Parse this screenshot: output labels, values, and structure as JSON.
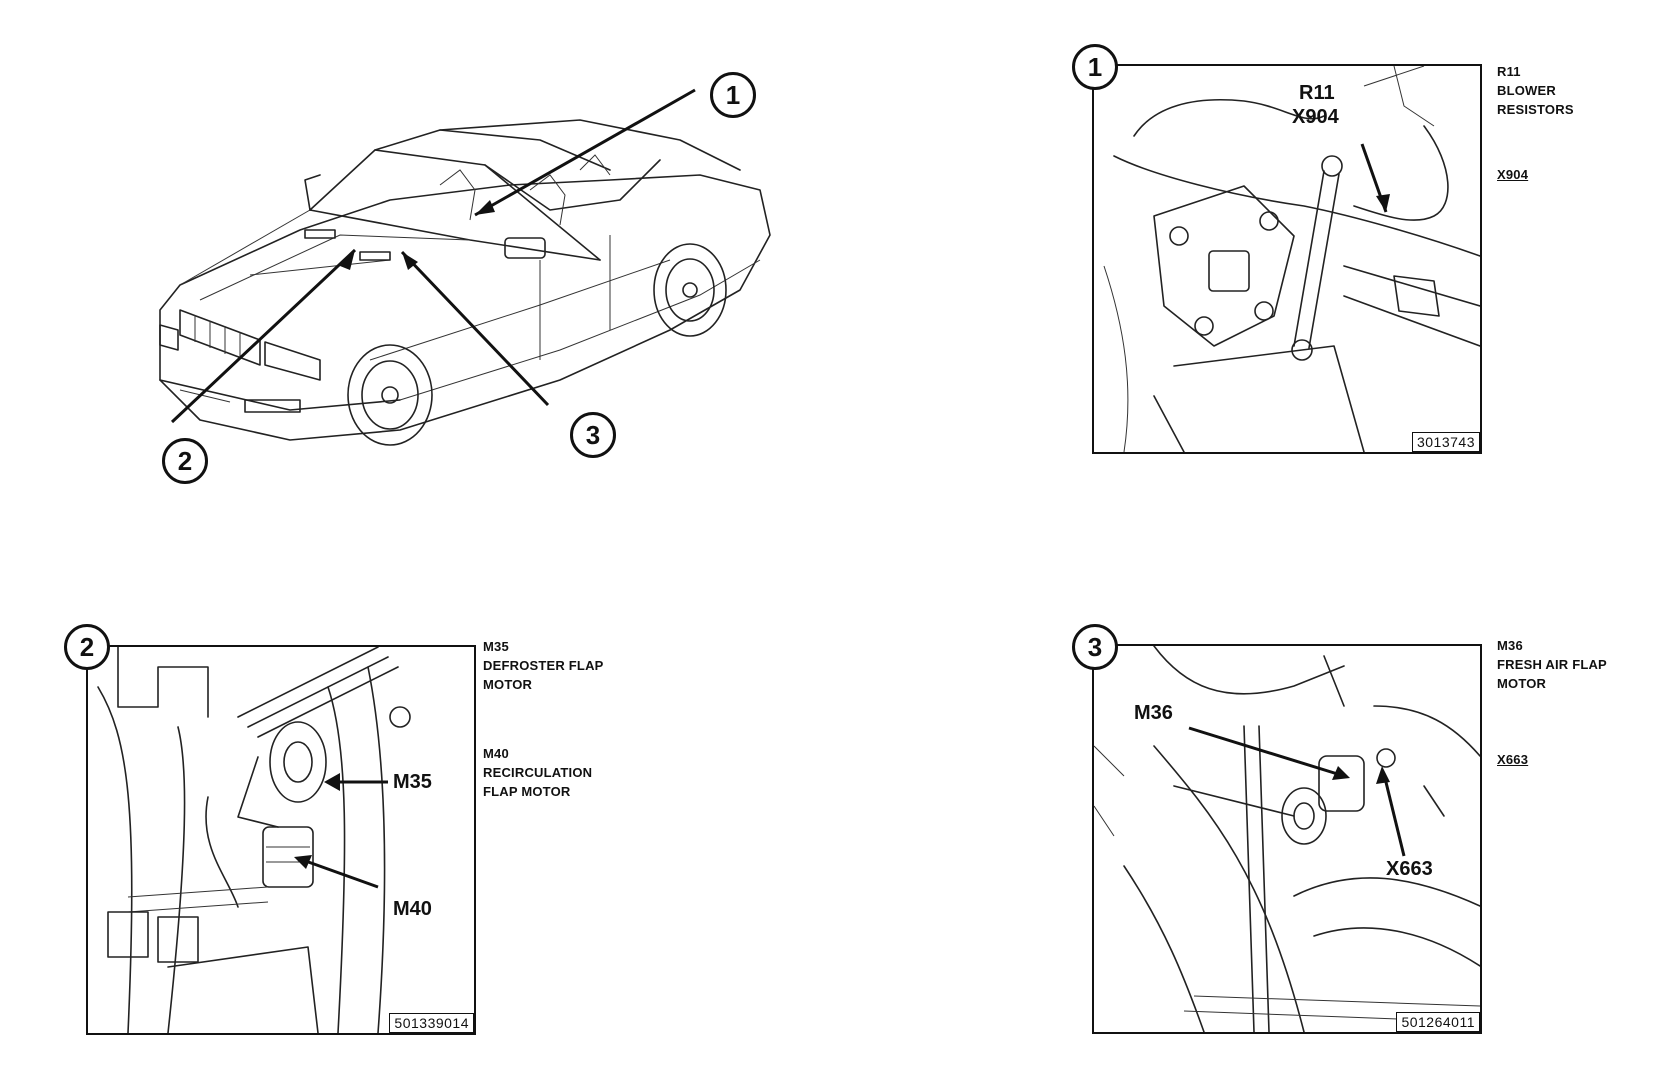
{
  "overview": {
    "callouts": [
      "1",
      "2",
      "3"
    ]
  },
  "panels": [
    {
      "number": "1",
      "ref_code": "3013743",
      "labels": [
        "R11",
        "X904"
      ],
      "legend": [
        {
          "code": "R11",
          "desc_lines": [
            "BLOWER",
            "RESISTORS"
          ]
        },
        {
          "code": "X904",
          "desc_lines": []
        }
      ]
    },
    {
      "number": "2",
      "ref_code": "501339014",
      "labels": [
        "M35",
        "M40"
      ],
      "legend": [
        {
          "code": "M35",
          "desc_lines": [
            "DEFROSTER FLAP",
            "MOTOR"
          ]
        },
        {
          "code": "M40",
          "desc_lines": [
            "RECIRCULATION",
            "FLAP MOTOR"
          ]
        }
      ]
    },
    {
      "number": "3",
      "ref_code": "501264011",
      "labels": [
        "M36",
        "X663"
      ],
      "legend": [
        {
          "code": "M36",
          "desc_lines": [
            "FRESH AIR FLAP",
            "MOTOR"
          ]
        },
        {
          "code": "X663",
          "desc_lines": []
        }
      ]
    }
  ]
}
